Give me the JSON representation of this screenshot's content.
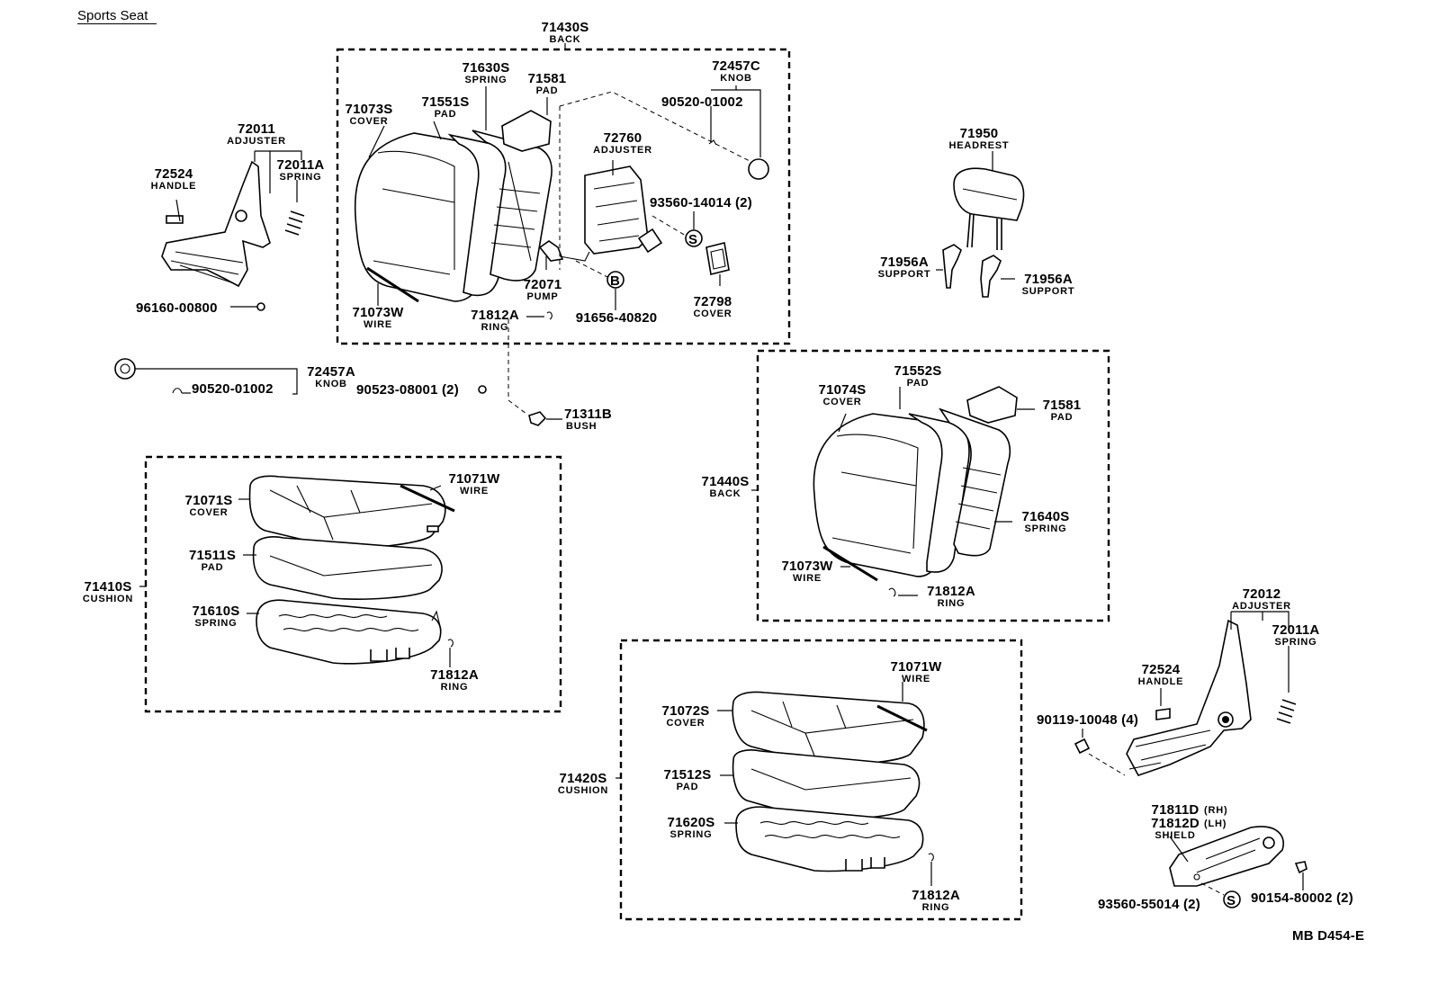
{
  "title": "Sports Seat",
  "diagram_code": "MB D454-E",
  "labels": [
    {
      "id": "l71430S",
      "pn": "71430S",
      "name": "BACK"
    },
    {
      "id": "l71630S",
      "pn": "71630S",
      "name": "SPRING"
    },
    {
      "id": "l71581a",
      "pn": "71581",
      "name": "PAD"
    },
    {
      "id": "l72457C",
      "pn": "72457C",
      "name": "KNOB"
    },
    {
      "id": "l90520a",
      "pn": "90520-01002",
      "name": ""
    },
    {
      "id": "l71073S",
      "pn": "71073S",
      "name": "COVER"
    },
    {
      "id": "l71551S",
      "pn": "71551S",
      "name": "PAD"
    },
    {
      "id": "l72760",
      "pn": "72760",
      "name": "ADJUSTER"
    },
    {
      "id": "l93560a",
      "pn": "93560-14014 (2)",
      "name": ""
    },
    {
      "id": "l72011",
      "pn": "72011",
      "name": "ADJUSTER"
    },
    {
      "id": "l72011Aa",
      "pn": "72011A",
      "name": "SPRING"
    },
    {
      "id": "l72524a",
      "pn": "72524",
      "name": "HANDLE"
    },
    {
      "id": "l96160",
      "pn": "96160-00800",
      "name": ""
    },
    {
      "id": "l72071",
      "pn": "72071",
      "name": "PUMP"
    },
    {
      "id": "l72798",
      "pn": "72798",
      "name": "COVER"
    },
    {
      "id": "l71073Wa",
      "pn": "71073W",
      "name": "WIRE"
    },
    {
      "id": "l71812Aa",
      "pn": "71812A",
      "name": "RING"
    },
    {
      "id": "l91656",
      "pn": "91656-40820",
      "name": ""
    },
    {
      "id": "l71950",
      "pn": "71950",
      "name": "HEADREST"
    },
    {
      "id": "l71956Aa",
      "pn": "71956A",
      "name": "SUPPORT"
    },
    {
      "id": "l71956Ab",
      "pn": "71956A",
      "name": "SUPPORT"
    },
    {
      "id": "l72457A",
      "pn": "72457A",
      "name": "KNOB"
    },
    {
      "id": "l90520b",
      "pn": "90520-01002",
      "name": ""
    },
    {
      "id": "l90523",
      "pn": "90523-08001 (2)",
      "name": ""
    },
    {
      "id": "l71311B",
      "pn": "71311B",
      "name": "BUSH"
    },
    {
      "id": "l71552S",
      "pn": "71552S",
      "name": "PAD"
    },
    {
      "id": "l71074S",
      "pn": "71074S",
      "name": "COVER"
    },
    {
      "id": "l71581b",
      "pn": "71581",
      "name": "PAD"
    },
    {
      "id": "l71440S",
      "pn": "71440S",
      "name": "BACK"
    },
    {
      "id": "l71640S",
      "pn": "71640S",
      "name": "SPRING"
    },
    {
      "id": "l71073Wb",
      "pn": "71073W",
      "name": "WIRE"
    },
    {
      "id": "l71812Ab",
      "pn": "71812A",
      "name": "RING"
    },
    {
      "id": "l71071Wa",
      "pn": "71071W",
      "name": "WIRE"
    },
    {
      "id": "l71071S",
      "pn": "71071S",
      "name": "COVER"
    },
    {
      "id": "l71511S",
      "pn": "71511S",
      "name": "PAD"
    },
    {
      "id": "l71410S",
      "pn": "71410S",
      "name": "CUSHION"
    },
    {
      "id": "l71610S",
      "pn": "71610S",
      "name": "SPRING"
    },
    {
      "id": "l71812Ac",
      "pn": "71812A",
      "name": "RING"
    },
    {
      "id": "l71071Wb",
      "pn": "71071W",
      "name": "WIRE"
    },
    {
      "id": "l71072S",
      "pn": "71072S",
      "name": "COVER"
    },
    {
      "id": "l71512S",
      "pn": "71512S",
      "name": "PAD"
    },
    {
      "id": "l71420S",
      "pn": "71420S",
      "name": "CUSHION"
    },
    {
      "id": "l71620S",
      "pn": "71620S",
      "name": "SPRING"
    },
    {
      "id": "l71812Ad",
      "pn": "71812A",
      "name": "RING"
    },
    {
      "id": "l72012",
      "pn": "72012",
      "name": "ADJUSTER"
    },
    {
      "id": "l72011Ab",
      "pn": "72011A",
      "name": "SPRING"
    },
    {
      "id": "l72524b",
      "pn": "72524",
      "name": "HANDLE"
    },
    {
      "id": "l90119",
      "pn": "90119-10048 (4)",
      "name": ""
    },
    {
      "id": "l71811D",
      "pn": "71811D",
      "name": "",
      "suffix": "(RH)"
    },
    {
      "id": "l71812D",
      "pn": "71812D",
      "name": "SHIELD",
      "suffix": "(LH)"
    },
    {
      "id": "l93560b",
      "pn": "93560-55014 (2)",
      "name": ""
    },
    {
      "id": "l90154",
      "pn": "90154-80002 (2)",
      "name": ""
    }
  ],
  "symbols": {
    "s1": "S",
    "s2": "S",
    "b1": "B"
  }
}
